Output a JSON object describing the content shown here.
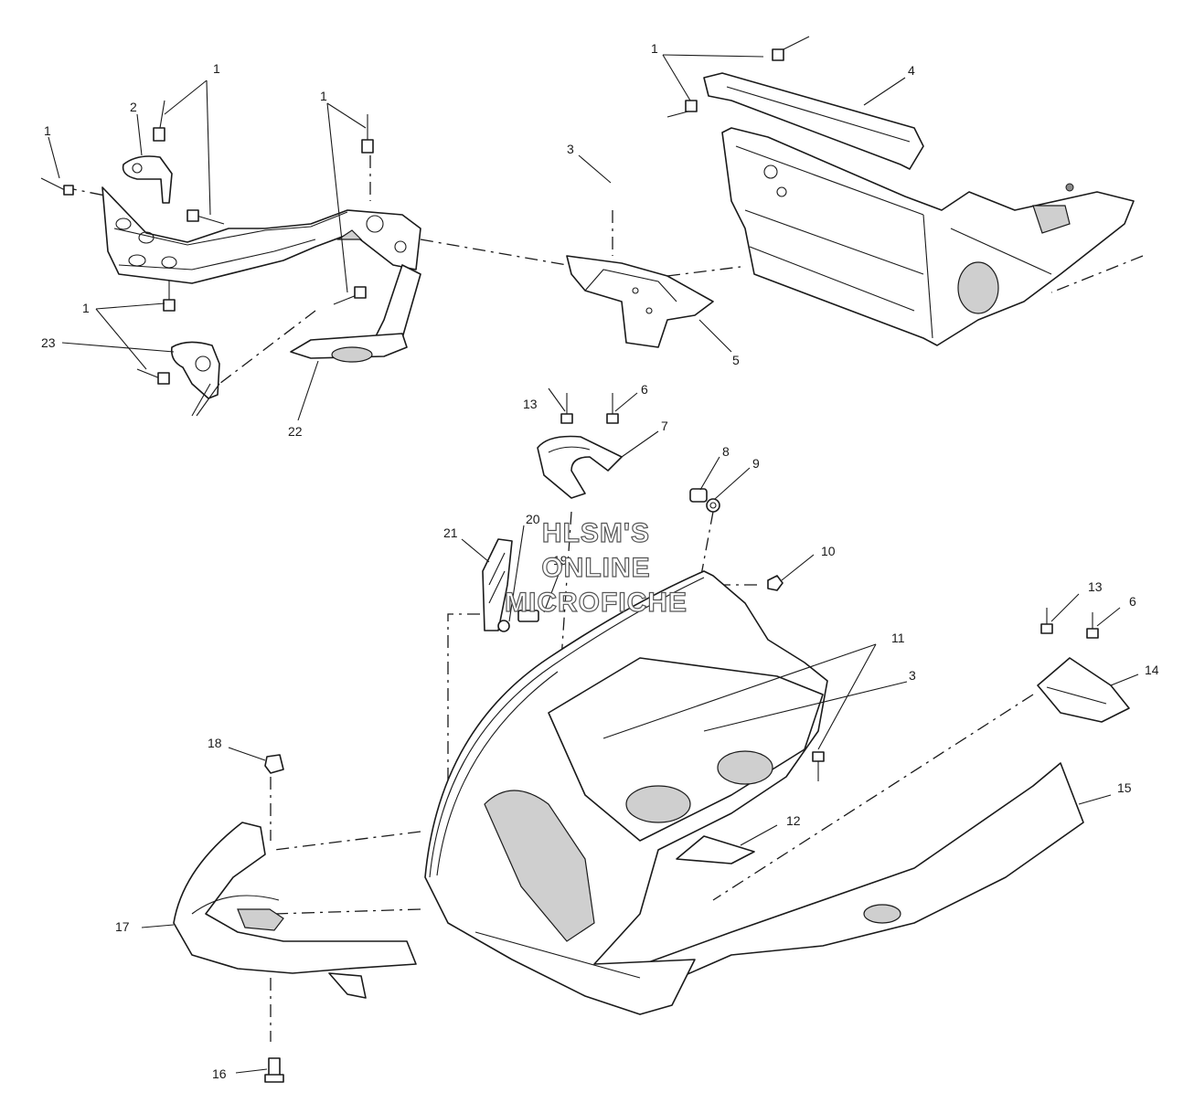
{
  "watermark": {
    "line1": "HLSM'S",
    "line2": "ONLINE",
    "line3": "MICROFICHE"
  },
  "callouts": [
    {
      "id": "c1a",
      "label": "1"
    },
    {
      "id": "c1b",
      "label": "1"
    },
    {
      "id": "c1c",
      "label": "1"
    },
    {
      "id": "c1d",
      "label": "1"
    },
    {
      "id": "c1e",
      "label": "1"
    },
    {
      "id": "c2",
      "label": "2"
    },
    {
      "id": "c3a",
      "label": "3"
    },
    {
      "id": "c3b",
      "label": "3"
    },
    {
      "id": "c4",
      "label": "4"
    },
    {
      "id": "c5",
      "label": "5"
    },
    {
      "id": "c6a",
      "label": "6"
    },
    {
      "id": "c6b",
      "label": "6"
    },
    {
      "id": "c7",
      "label": "7"
    },
    {
      "id": "c8",
      "label": "8"
    },
    {
      "id": "c9",
      "label": "9"
    },
    {
      "id": "c10",
      "label": "10"
    },
    {
      "id": "c11",
      "label": "11"
    },
    {
      "id": "c12",
      "label": "12"
    },
    {
      "id": "c13a",
      "label": "13"
    },
    {
      "id": "c13b",
      "label": "13"
    },
    {
      "id": "c14",
      "label": "14"
    },
    {
      "id": "c15",
      "label": "15"
    },
    {
      "id": "c16",
      "label": "16"
    },
    {
      "id": "c17",
      "label": "17"
    },
    {
      "id": "c18",
      "label": "18"
    },
    {
      "id": "c19",
      "label": "19"
    },
    {
      "id": "c20",
      "label": "20"
    },
    {
      "id": "c21",
      "label": "21"
    },
    {
      "id": "c22",
      "label": "22"
    },
    {
      "id": "c23",
      "label": "23"
    }
  ]
}
